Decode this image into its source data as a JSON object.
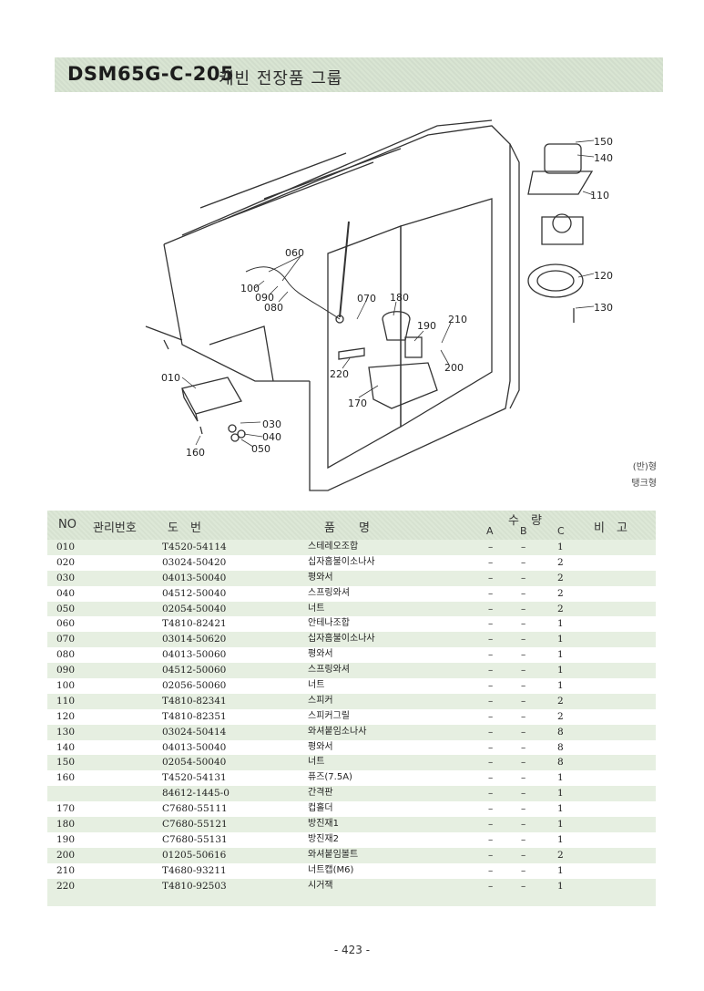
{
  "title": {
    "code": "DSM65G-C-205",
    "name": "캐빈 전장품 그룹"
  },
  "diagram": {
    "callouts": [
      "150",
      "140",
      "110",
      "120",
      "130",
      "060",
      "100",
      "090",
      "080",
      "070",
      "180",
      "190",
      "210",
      "200",
      "220",
      "170",
      "010",
      "030",
      "040",
      "050",
      "160"
    ],
    "notes": [
      "(반)형",
      "탱크형"
    ]
  },
  "table": {
    "headers": {
      "no": "NO",
      "mgmt": "관리번호",
      "drawing": "도　번",
      "name": "품　　명",
      "qty": "수　량",
      "a": "A",
      "b": "B",
      "c": "C",
      "remark": "비　고"
    },
    "rows": [
      {
        "no": "010",
        "dwg": "T4520-54114",
        "name": "스테레오조합",
        "a": "–",
        "b": "–",
        "c": "1"
      },
      {
        "no": "020",
        "dwg": "03024-50420",
        "name": "십자홈불이소나사",
        "a": "–",
        "b": "–",
        "c": "2"
      },
      {
        "no": "030",
        "dwg": "04013-50040",
        "name": "평와서",
        "a": "–",
        "b": "–",
        "c": "2"
      },
      {
        "no": "040",
        "dwg": "04512-50040",
        "name": "스프링와셔",
        "a": "–",
        "b": "–",
        "c": "2"
      },
      {
        "no": "050",
        "dwg": "02054-50040",
        "name": "너트",
        "a": "–",
        "b": "–",
        "c": "2"
      },
      {
        "no": "060",
        "dwg": "T4810-82421",
        "name": "안테나조합",
        "a": "–",
        "b": "–",
        "c": "1"
      },
      {
        "no": "070",
        "dwg": "03014-50620",
        "name": "십자홈불이소나사",
        "a": "–",
        "b": "–",
        "c": "1"
      },
      {
        "no": "080",
        "dwg": "04013-50060",
        "name": "평와서",
        "a": "–",
        "b": "–",
        "c": "1"
      },
      {
        "no": "090",
        "dwg": "04512-50060",
        "name": "스프링와셔",
        "a": "–",
        "b": "–",
        "c": "1"
      },
      {
        "no": "100",
        "dwg": "02056-50060",
        "name": "너트",
        "a": "–",
        "b": "–",
        "c": "1"
      },
      {
        "no": "110",
        "dwg": "T4810-82341",
        "name": "스피커",
        "a": "–",
        "b": "–",
        "c": "2"
      },
      {
        "no": "120",
        "dwg": "T4810-82351",
        "name": "스피커그릴",
        "a": "–",
        "b": "–",
        "c": "2"
      },
      {
        "no": "130",
        "dwg": "03024-50414",
        "name": "와셔붙임소나사",
        "a": "–",
        "b": "–",
        "c": "8"
      },
      {
        "no": "140",
        "dwg": "04013-50040",
        "name": "평와서",
        "a": "–",
        "b": "–",
        "c": "8"
      },
      {
        "no": "150",
        "dwg": "02054-50040",
        "name": "너트",
        "a": "–",
        "b": "–",
        "c": "8"
      },
      {
        "no": "160",
        "dwg": "T4520-54131",
        "name": "퓨즈(7.5A)",
        "a": "–",
        "b": "–",
        "c": "1"
      },
      {
        "no": "",
        "dwg": "84612-1445-0",
        "name": "간격판",
        "a": "–",
        "b": "–",
        "c": "1"
      },
      {
        "no": "170",
        "dwg": "C7680-55111",
        "name": "컵홀더",
        "a": "–",
        "b": "–",
        "c": "1"
      },
      {
        "no": "180",
        "dwg": "C7680-55121",
        "name": "방진재1",
        "a": "–",
        "b": "–",
        "c": "1"
      },
      {
        "no": "190",
        "dwg": "C7680-55131",
        "name": "방진재2",
        "a": "–",
        "b": "–",
        "c": "1"
      },
      {
        "no": "200",
        "dwg": "01205-50616",
        "name": "와셔붙임볼트",
        "a": "–",
        "b": "–",
        "c": "2"
      },
      {
        "no": "210",
        "dwg": "T4680-93211",
        "name": "너트캡(M6)",
        "a": "–",
        "b": "–",
        "c": "1"
      },
      {
        "no": "220",
        "dwg": "T4810-92503",
        "name": "시거잭",
        "a": "–",
        "b": "–",
        "c": "1"
      }
    ]
  },
  "page_number": "- 423 -"
}
